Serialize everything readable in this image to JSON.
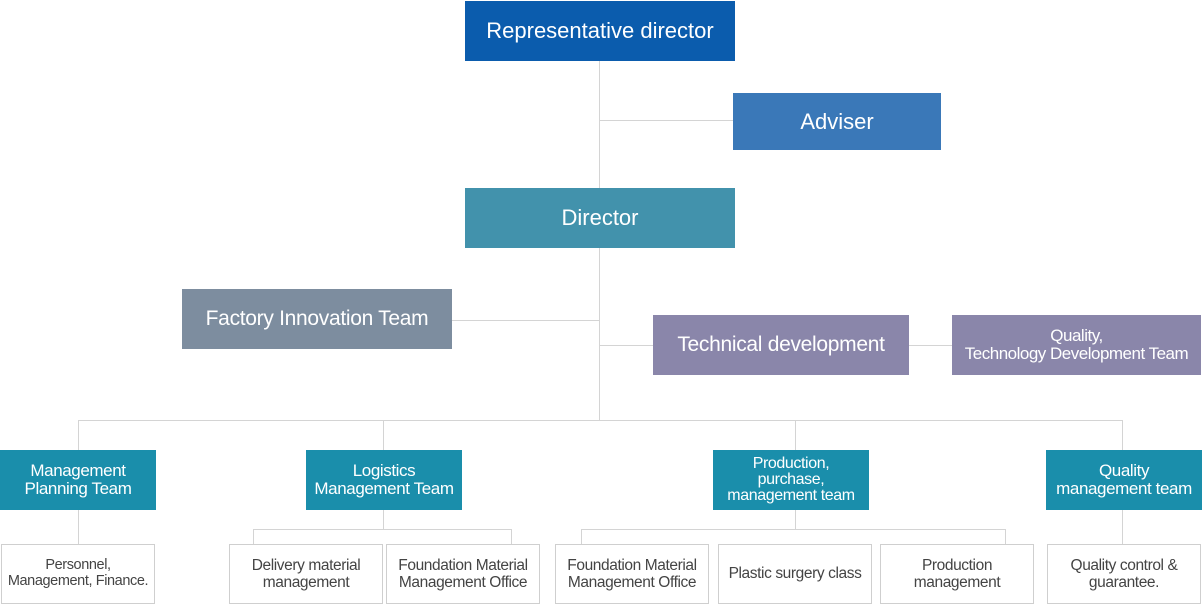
{
  "colors": {
    "representative": "#0b5cad",
    "adviser": "#3a78b8",
    "director": "#4292ac",
    "factory": "#7d8d9f",
    "technical": "#8a86aa",
    "team": "#1a8eab",
    "connector": "#d4d4d4"
  },
  "nodes": {
    "representative_director": "Representative director",
    "adviser": "Adviser",
    "director": "Director",
    "factory_innovation": "Factory Innovation Team",
    "technical_development": "Technical development",
    "quality_tech_dev": "Quality,\nTechnology Development Team"
  },
  "teams": {
    "management_planning": {
      "label": "Management\nPlanning Team",
      "subs": [
        "Personnel,\nManagement, Finance."
      ]
    },
    "logistics": {
      "label": "Logistics\nManagement Team",
      "subs": [
        "Delivery material\nmanagement",
        "Foundation Material\nManagement Office"
      ]
    },
    "production": {
      "label": "Production,\npurchase,\nmanagement team",
      "subs": [
        "Foundation Material\nManagement Office",
        "Plastic surgery class",
        "Production\nmanagement"
      ]
    },
    "quality": {
      "label": "Quality\nmanagement team",
      "subs": [
        "Quality control &\nguarantee."
      ]
    }
  }
}
